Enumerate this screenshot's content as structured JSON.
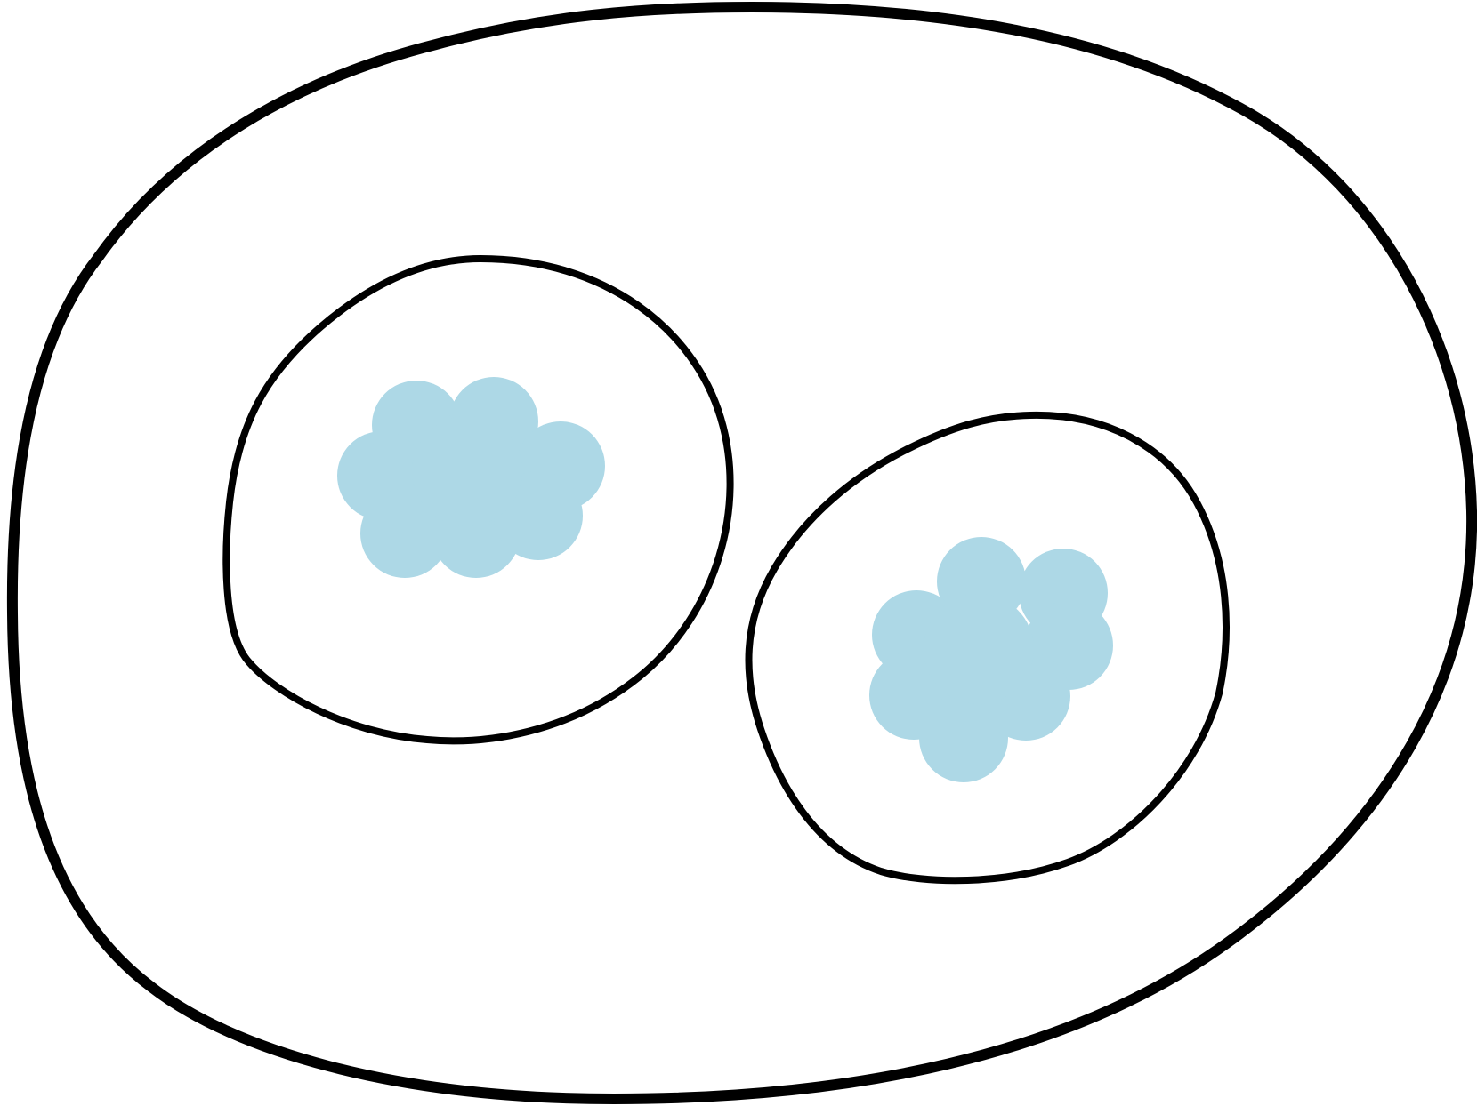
{
  "diagram": {
    "colors": {
      "outline": "#000000",
      "background": "#ffffff",
      "cluster_fill": "#add8e6"
    },
    "outer_region": {
      "name": "outer-boundary-shape"
    },
    "inner_regions": [
      {
        "name": "inner-region-left",
        "cluster": {
          "name": "cluster-left",
          "blob_count": 8
        }
      },
      {
        "name": "inner-region-right",
        "cluster": {
          "name": "cluster-right",
          "blob_count": 8
        }
      }
    ]
  }
}
